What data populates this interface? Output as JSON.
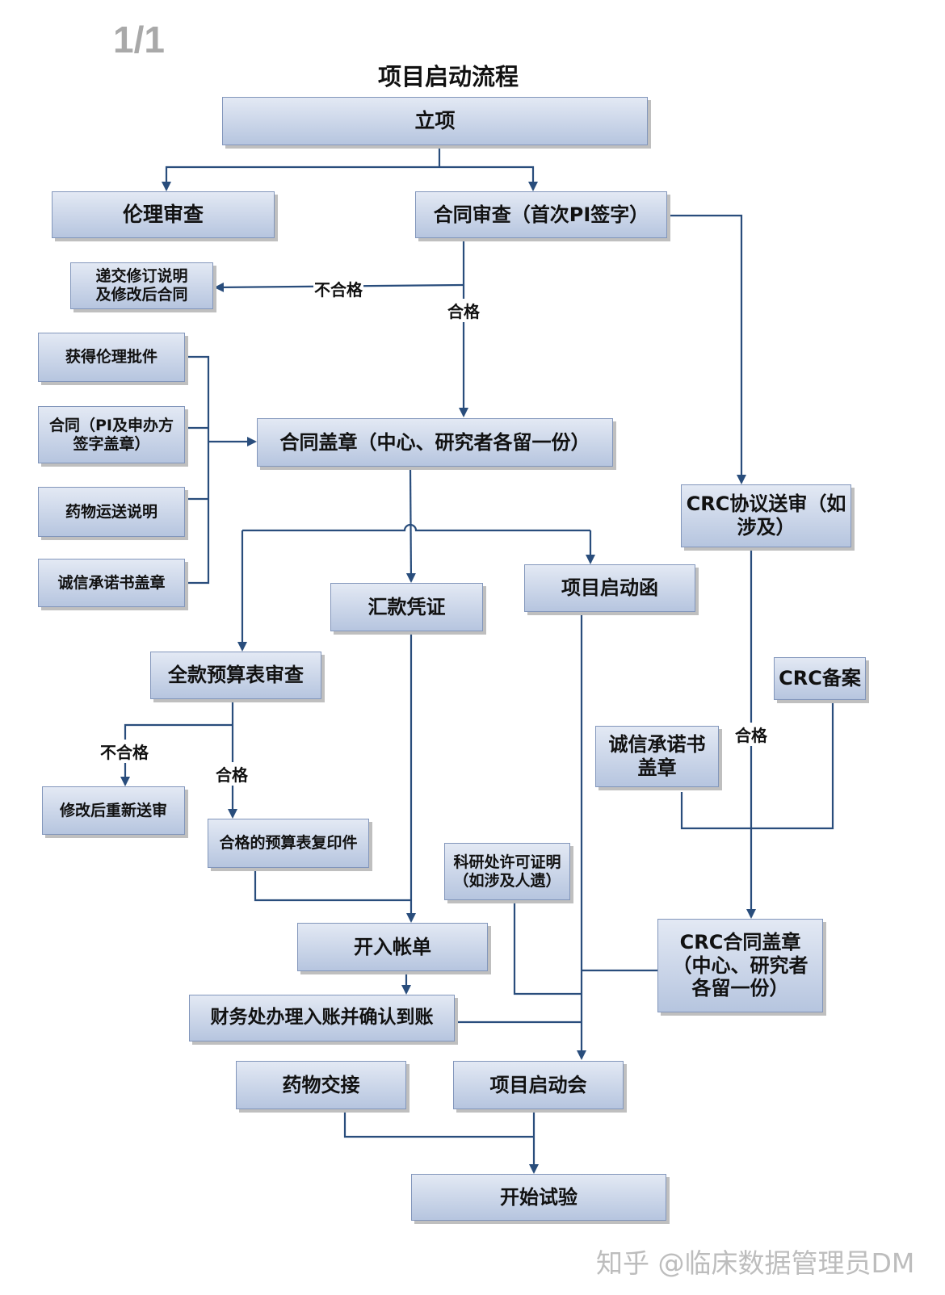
{
  "page_indicator": "1/1",
  "title": "项目启动流程",
  "boxes": {
    "lixiang": "立项",
    "lunli_review": "伦理审查",
    "contract_review": "合同审查（首次PI签字）",
    "submit_revision": "递交修订说明\n及修改后合同",
    "ethics_approval": "获得伦理批件",
    "contract_pi_sign": "合同（PI及申办方\n签字盖章）",
    "drug_shipping": "药物运送说明",
    "integrity_stamp_left": "诚信承诺书盖章",
    "contract_stamp": "合同盖章（中心、研究者各留一份）",
    "crc_agreement": "CRC协议送审（如\n涉及）",
    "remittance": "汇款凭证",
    "startup_letter": "项目启动函",
    "budget_review": "全款预算表审查",
    "crc_filing": "CRC备案",
    "integrity_stamp_right": "诚信承诺书\n盖章",
    "resubmit": "修改后重新送审",
    "budget_copy": "合格的预算表复印件",
    "research_permit": "科研处许可证明\n（如涉及人遗）",
    "open_account": "开入帐单",
    "crc_contract_stamp": "CRC合同盖章\n（中心、研究者\n各留一份）",
    "finance_confirm": "财务处办理入账并确认到账",
    "drug_handover": "药物交接",
    "kickoff_meeting": "项目启动会",
    "start_trial": "开始试验"
  },
  "labels": {
    "fail_1": "不合格",
    "pass_1": "合格",
    "fail_2": "不合格",
    "pass_2": "合格",
    "pass_3": "合格"
  },
  "colors": {
    "box_top": "#e3e9f4",
    "box_bottom": "#b6c5df",
    "box_border": "#8296bb",
    "connector": "#294d7c"
  },
  "watermark": "知乎 @临床数据管理员DM"
}
